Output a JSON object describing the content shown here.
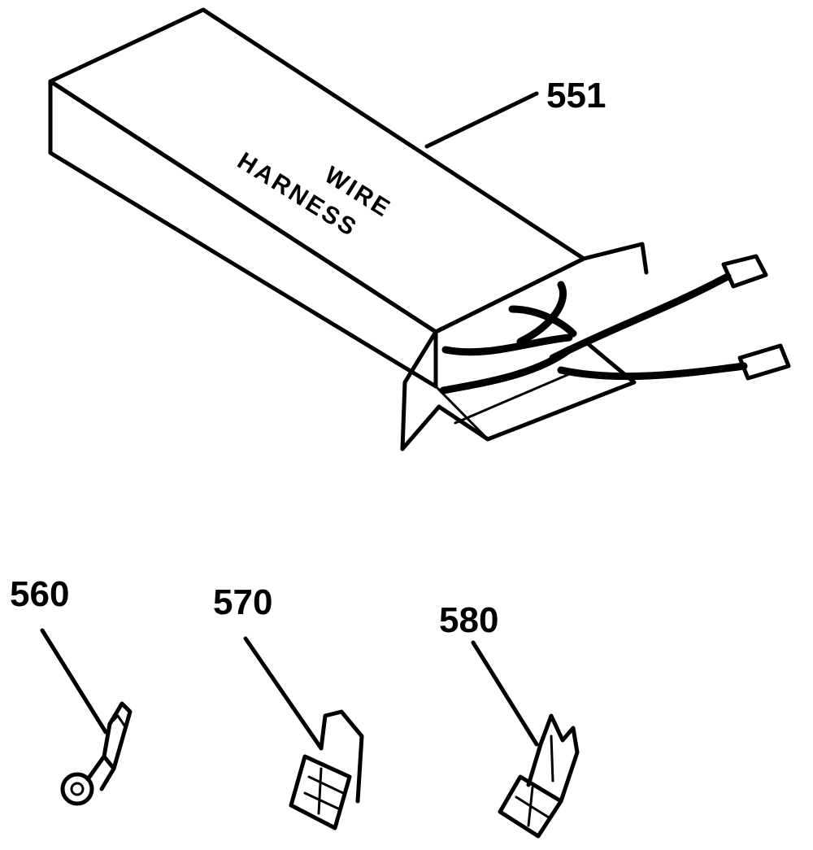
{
  "parts": [
    {
      "number": "551",
      "name": "wire harness box",
      "box_text": [
        "WIRE",
        "HARNESS"
      ]
    },
    {
      "number": "560",
      "name": "ring terminal"
    },
    {
      "number": "570",
      "name": "flag terminal"
    },
    {
      "number": "580",
      "name": "spade terminal"
    }
  ],
  "colors": {
    "ink": "#000000",
    "paper": "#ffffff"
  }
}
